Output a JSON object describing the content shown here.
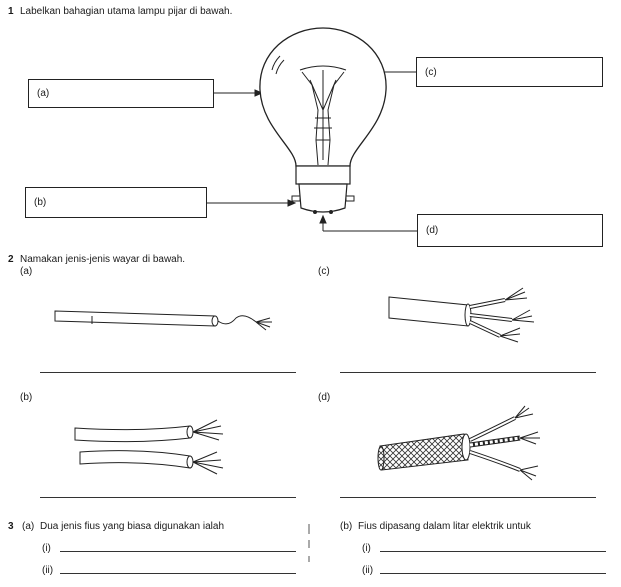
{
  "q1": {
    "number": "1",
    "text": "Labelkan bahagian utama lampu pijar di bawah.",
    "labels": [
      "(a)",
      "(b)",
      "(c)",
      "(d)"
    ]
  },
  "q2": {
    "number": "2",
    "text": "Namakan jenis-jenis wayar di bawah.",
    "parts": [
      "(a)",
      "(b)",
      "(c)",
      "(d)"
    ]
  },
  "q3": {
    "number": "3",
    "a_label": "(a)",
    "a_text": "Dua jenis fius yang biasa digunakan ialah",
    "b_label": "(b)",
    "b_text": "Fius dipasang dalam litar elektrik untuk",
    "items": [
      "(i)",
      "(ii)"
    ]
  }
}
